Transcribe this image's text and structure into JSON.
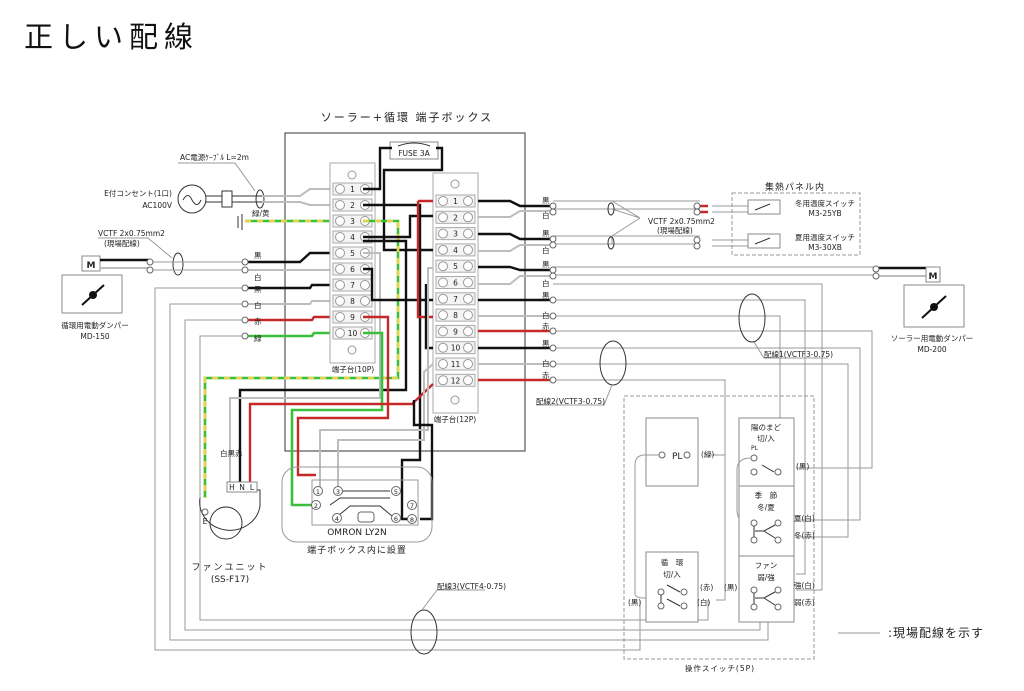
{
  "title": "正しい配線",
  "terminal_box": {
    "title": "ソーラー+循環 端子ボックス",
    "fuse": "FUSE 3A",
    "tb10": {
      "label": "端子台(10P)",
      "numbers": [
        "1",
        "2",
        "3",
        "4",
        "5",
        "6",
        "7",
        "8",
        "9",
        "10"
      ]
    },
    "tb12": {
      "label": "端子台(12P)",
      "numbers": [
        "1",
        "2",
        "3",
        "4",
        "5",
        "6",
        "7",
        "8",
        "9",
        "10",
        "11",
        "12"
      ]
    }
  },
  "left": {
    "ac_cable": "AC電源ｹｰﾌﾞﾙ L=2m",
    "outlet": "E付コンセント(1口)",
    "outlet_voltage": "AC100V",
    "earth_label": "緑/黄",
    "vctf": "VCTF 2x0.75mm2",
    "vctf_note": "(現場配線)",
    "motor": "M",
    "damper_name": "循環用電動ダンパー",
    "damper_model": "MD-150",
    "wire_labels": [
      "黒",
      "白",
      "黒",
      "白",
      "赤",
      "緑"
    ]
  },
  "right_wire_labels": [
    "黒",
    "白",
    "黒",
    "白",
    "黒",
    "白",
    "黒",
    "白",
    "赤",
    "黒",
    "白",
    "赤"
  ],
  "panel": {
    "title": "集熱パネル内",
    "winter_switch": "冬用温度スイッチ",
    "winter_model": "M3-25YB",
    "summer_switch": "夏用温度スイッチ",
    "summer_model": "M3-30XB",
    "vctf": "VCTF 2x0.75mm2",
    "vctf_note": "(現場配線)"
  },
  "solar_damper": {
    "motor": "M",
    "name": "ソーラー用電動ダンパー",
    "model": "MD-200"
  },
  "cables": {
    "c1": "配線1(VCTF3-0.75)",
    "c2": "配線2(VCTF3-0.75)",
    "c3": "配線3(VCTF4-0.75)"
  },
  "fan": {
    "wires": "白黒赤",
    "terminals": [
      "H",
      "N",
      "L"
    ],
    "earth": "E",
    "name": "ファンユニット",
    "model": "(SS-F17)"
  },
  "relay": {
    "model": "OMRON LY2N",
    "note": "端子ボックス内に設置",
    "pins": [
      "1",
      "2",
      "3",
      "4",
      "5",
      "6",
      "7",
      "8"
    ]
  },
  "switch_panel": {
    "title": "操作スイッチ(5P)",
    "pl": "PL",
    "pl_wire": "(緑)",
    "window_title1": "陽のまど",
    "window_title2": "切/入",
    "window_pl": "PL",
    "window_wire": "(黒)",
    "season_title1": "季　節",
    "season_title2": "冬/夏",
    "season_summer": "夏(白)",
    "season_winter": "冬(赤)",
    "fan_title1": "ファン",
    "fan_title2": "弱/強",
    "fan_in": "(黒)",
    "fan_strong": "強(白)",
    "fan_weak": "弱(赤)",
    "circ_title1": "循　環",
    "circ_title2": "切/入",
    "circ_red": "(赤)",
    "circ_white": "(白)",
    "circ_black": "(黒)"
  },
  "legend": ":現場配線を示す"
}
